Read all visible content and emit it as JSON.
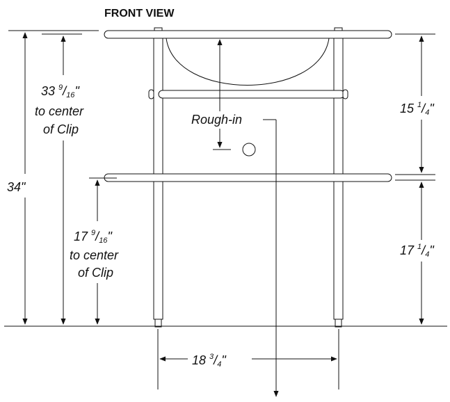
{
  "title": "FRONT VIEW",
  "dimensions": {
    "overall_height": {
      "whole": "34",
      "unit": "\""
    },
    "top_clip": {
      "whole": "33",
      "num": "9",
      "den": "16",
      "unit": "\"",
      "line2": "to center",
      "line3": "of Clip"
    },
    "lower_clip": {
      "whole": "17",
      "num": "9",
      "den": "16",
      "unit": "\"",
      "line2": "to center",
      "line3": "of Clip"
    },
    "upper_right": {
      "whole": "15",
      "num": "1",
      "den": "4",
      "unit": "\""
    },
    "lower_right": {
      "whole": "17",
      "num": "1",
      "den": "4",
      "unit": "\""
    },
    "width": {
      "whole": "18",
      "num": "3",
      "den": "4",
      "unit": "\""
    }
  },
  "rough_in_label": "Rough-in"
}
